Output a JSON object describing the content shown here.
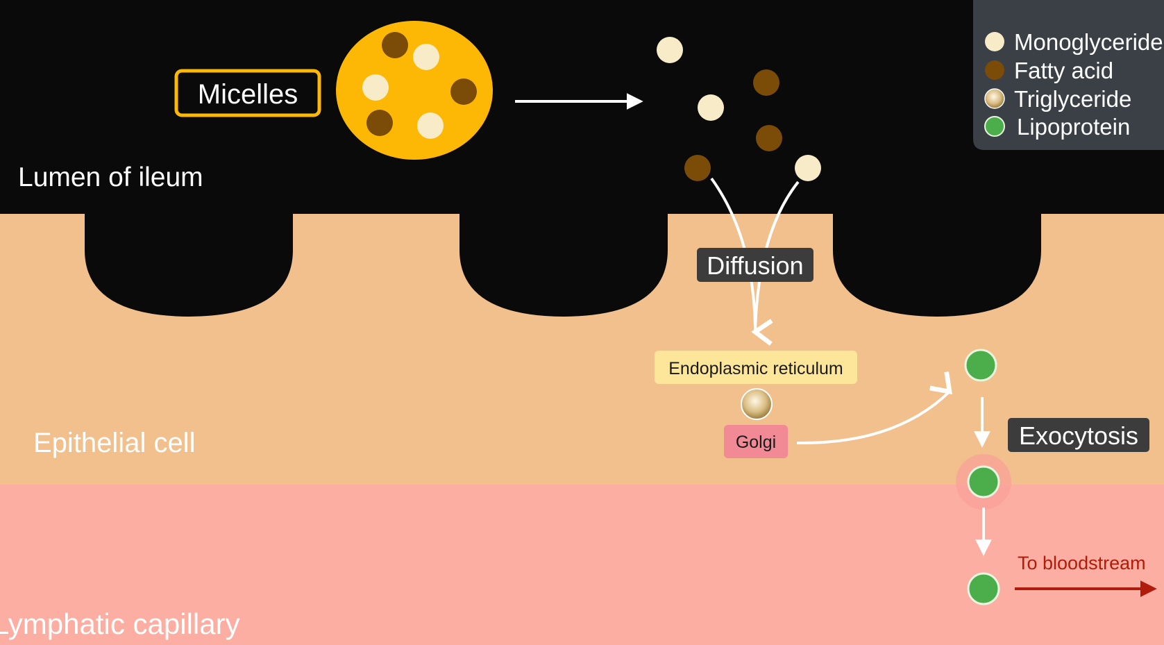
{
  "regions": {
    "lumen": "Lumen of ileum",
    "epithelial": "Epithelial cell",
    "lymphatic": "Lymphatic capillary"
  },
  "labels": {
    "micelles": "Micelles",
    "diffusion": "Diffusion",
    "er": "Endoplasmic reticulum",
    "golgi": "Golgi",
    "exocytosis": "Exocytosis",
    "bloodstream": "To bloodstream"
  },
  "legend": [
    {
      "label": "Monoglyceride",
      "color": "#f8ecc8"
    },
    {
      "label": "Fatty acid",
      "color": "#7a4c08"
    },
    {
      "label": "Triglyceride",
      "color": "#c9a96a"
    },
    {
      "label": "Lipoprotein",
      "color": "#4cae4a"
    }
  ],
  "colors": {
    "lumen": "#0a0a0a",
    "epithelial": "#f2c08c",
    "lymphatic": "#fbaea1",
    "micelle": "#fcb804",
    "monoglyceride": "#f8ecc8",
    "fatty_acid": "#7a4c08",
    "lipoprotein": "#4cae4a",
    "legend_bg": "#3b4046",
    "er_box": "#fde59a",
    "golgi_box": "#f28a96",
    "blood_arrow": "#b01c0c"
  }
}
